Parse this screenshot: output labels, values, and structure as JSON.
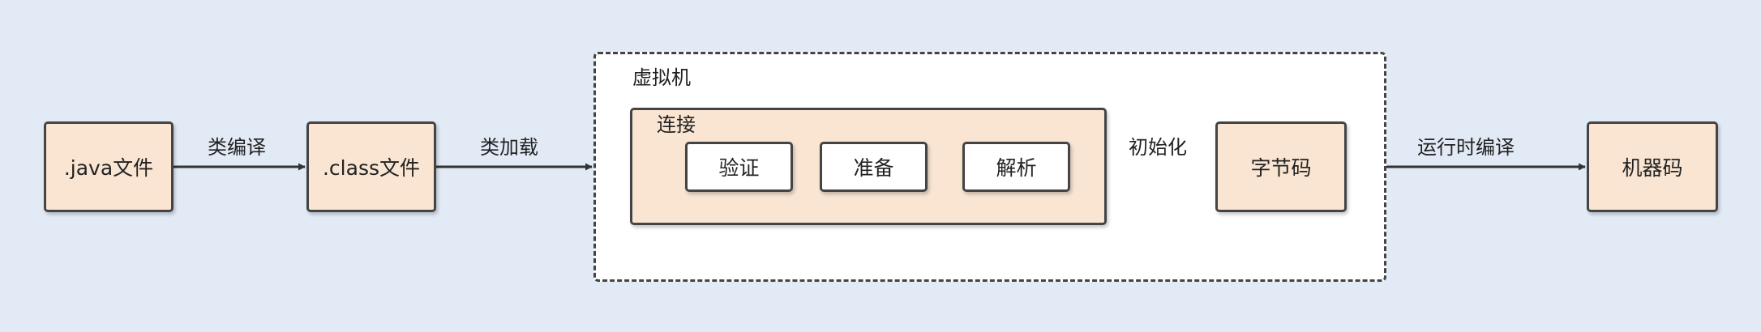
{
  "nodes": {
    "java_file": ".java文件",
    "class_file": ".class文件",
    "verify": "验证",
    "prepare": "准备",
    "resolve": "解析",
    "bytecode": "字节码",
    "machine_code": "机器码"
  },
  "groups": {
    "jvm": "虚拟机",
    "linking": "连接"
  },
  "edges": {
    "compile_class": "类编译",
    "class_loading": "类加载",
    "initialization": "初始化",
    "runtime_compile": "运行时编译"
  },
  "colors": {
    "background": "#e2eaf6",
    "node_fill": "#f9e5d2",
    "node_fill_white": "#ffffff",
    "stroke": "#444444"
  }
}
